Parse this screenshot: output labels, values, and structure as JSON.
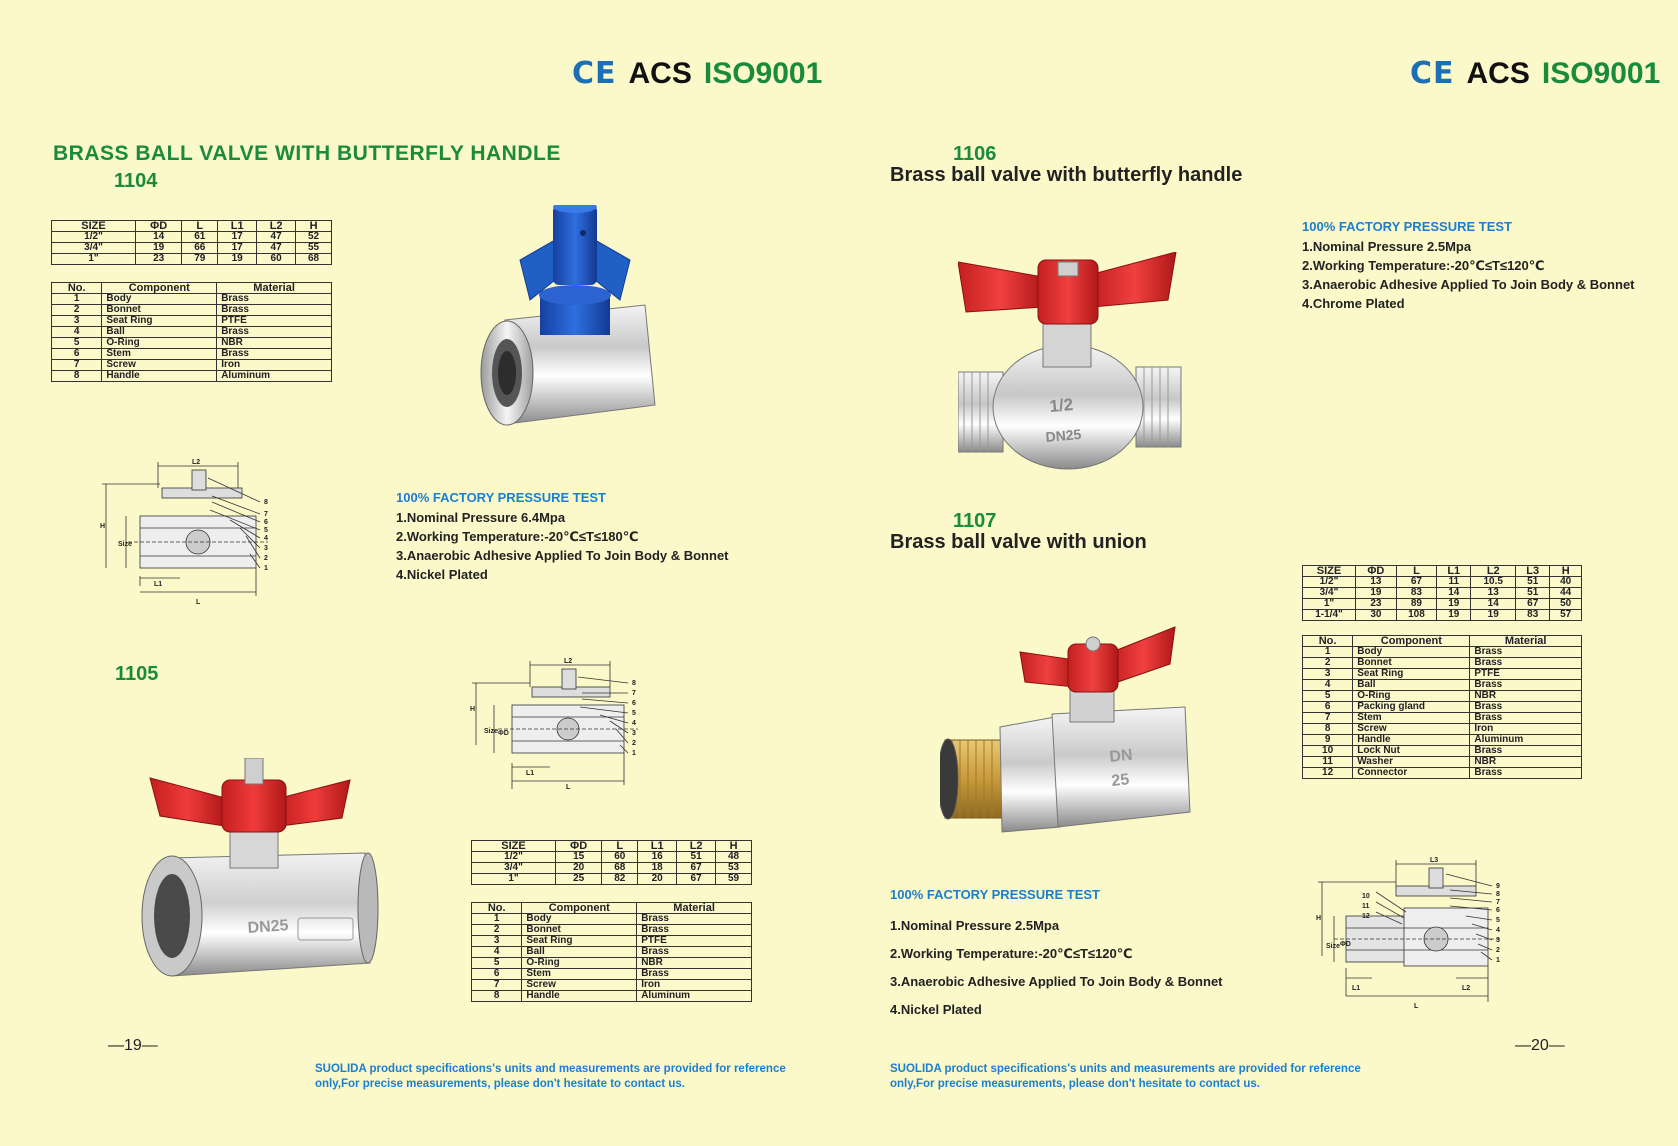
{
  "cert": {
    "ce": "CE",
    "acs": "ACS",
    "iso": "ISO9001"
  },
  "left": {
    "title": "BRASS BALL VALVE WITH BUTTERFLY HANDLE",
    "p1104": {
      "code": "1104",
      "size_table": {
        "headers": [
          "SIZE",
          "ΦD",
          "L",
          "L1",
          "L2",
          "H"
        ],
        "rows": [
          [
            "1/2\"",
            "14",
            "61",
            "17",
            "47",
            "52"
          ],
          [
            "3/4\"",
            "19",
            "66",
            "17",
            "47",
            "55"
          ],
          [
            "1\"",
            "23",
            "79",
            "19",
            "60",
            "68"
          ]
        ]
      },
      "comp_table": {
        "headers": [
          "No.",
          "Component",
          "Material"
        ],
        "rows": [
          [
            "1",
            "Body",
            "Brass"
          ],
          [
            "2",
            "Bonnet",
            "Brass"
          ],
          [
            "3",
            "Seat Ring",
            "PTFE"
          ],
          [
            "4",
            "Ball",
            "Brass"
          ],
          [
            "5",
            "O-Ring",
            "NBR"
          ],
          [
            "6",
            "Stem",
            "Brass"
          ],
          [
            "7",
            "Screw",
            "Iron"
          ],
          [
            "8",
            "Handle",
            "Aluminum"
          ]
        ]
      },
      "test_head": "100% FACTORY PRESSURE TEST",
      "specs": [
        "1.Nominal Pressure 6.4Mpa",
        "2.Working Temperature:-20℃≤T≤180℃",
        "3.Anaerobic Adhesive Applied To Join Body & Bonnet",
        "4.Nickel Plated"
      ]
    },
    "p1105": {
      "code": "1105",
      "size_table": {
        "headers": [
          "SIZE",
          "ΦD",
          "L",
          "L1",
          "L2",
          "H"
        ],
        "rows": [
          [
            "1/2\"",
            "15",
            "60",
            "16",
            "51",
            "48"
          ],
          [
            "3/4\"",
            "20",
            "68",
            "18",
            "67",
            "53"
          ],
          [
            "1\"",
            "25",
            "82",
            "20",
            "67",
            "59"
          ]
        ]
      },
      "comp_table": {
        "headers": [
          "No.",
          "Component",
          "Material"
        ],
        "rows": [
          [
            "1",
            "Body",
            "Brass"
          ],
          [
            "2",
            "Bonnet",
            "Brass"
          ],
          [
            "3",
            "Seat Ring",
            "PTFE"
          ],
          [
            "4",
            "Ball",
            "Brass"
          ],
          [
            "5",
            "O-Ring",
            "NBR"
          ],
          [
            "6",
            "Stem",
            "Brass"
          ],
          [
            "7",
            "Screw",
            "Iron"
          ],
          [
            "8",
            "Handle",
            "Aluminum"
          ]
        ]
      }
    },
    "page_no": "—19—",
    "footer": [
      "SUOLIDA product specifications's units and  measurements are provided for reference",
      "only,For precise measurements, please don't hesitate to contact us."
    ]
  },
  "right": {
    "p1106": {
      "code": "1106",
      "title": "Brass ball valve with butterfly handle",
      "test_head": "100% FACTORY PRESSURE TEST",
      "specs": [
        "1.Nominal Pressure 2.5Mpa",
        "2.Working Temperature:-20℃≤T≤120℃",
        "3.Anaerobic Adhesive Applied To Join Body & Bonnet",
        "4.Chrome Plated"
      ]
    },
    "p1107": {
      "code": "1107",
      "title": "Brass ball valve with union",
      "size_table": {
        "headers": [
          "SIZE",
          "ΦD",
          "L",
          "L1",
          "L2",
          "L3",
          "H"
        ],
        "rows": [
          [
            "1/2\"",
            "13",
            "67",
            "11",
            "10.5",
            "51",
            "40"
          ],
          [
            "3/4\"",
            "19",
            "83",
            "14",
            "13",
            "51",
            "44"
          ],
          [
            "1\"",
            "23",
            "89",
            "19",
            "14",
            "67",
            "50"
          ],
          [
            "1-1/4\"",
            "30",
            "108",
            "19",
            "19",
            "83",
            "57"
          ]
        ]
      },
      "comp_table": {
        "headers": [
          "No.",
          "Component",
          "Material"
        ],
        "rows": [
          [
            "1",
            "Body",
            "Brass"
          ],
          [
            "2",
            "Bonnet",
            "Brass"
          ],
          [
            "3",
            "Seat Ring",
            "PTFE"
          ],
          [
            "4",
            "Ball",
            "Brass"
          ],
          [
            "5",
            "O-Ring",
            "NBR"
          ],
          [
            "6",
            "Packing gland",
            "Brass"
          ],
          [
            "7",
            "Stem",
            "Brass"
          ],
          [
            "8",
            "Screw",
            "Iron"
          ],
          [
            "9",
            "Handle",
            "Aluminum"
          ],
          [
            "10",
            "Lock Nut",
            "Brass"
          ],
          [
            "11",
            "Washer",
            "NBR"
          ],
          [
            "12",
            "Connector",
            "Brass"
          ]
        ]
      },
      "test_head": "100% FACTORY PRESSURE TEST",
      "specs": [
        "1.Nominal Pressure 2.5Mpa",
        "2.Working Temperature:-20℃≤T≤120℃",
        "3.Anaerobic Adhesive Applied To Join Body & Bonnet",
        "4.Nickel Plated"
      ]
    },
    "page_no": "—20—",
    "footer": [
      "SUOLIDA product specifications's units and  measurements are provided for reference",
      "only,For precise measurements, please don't hesitate to contact us."
    ]
  },
  "photo_marks": {
    "dn25": "DN25",
    "half": "1/2",
    "dn": "DN",
    "n25": "25"
  },
  "diagram_labels": {
    "l": "L",
    "l1": "L1",
    "l2": "L2",
    "l3": "L3",
    "h": "H",
    "size": "Size",
    "od": "ΦD",
    "n1": "1",
    "n2": "2",
    "n3": "3",
    "n4": "4",
    "n5": "5",
    "n6": "6",
    "n7": "7",
    "n8": "8",
    "n9": "9",
    "n10": "10",
    "n11": "11",
    "n12": "12"
  },
  "colors": {
    "background": "#fbf8c9",
    "green": "#1a8a3c",
    "blue": "#1b7fd0",
    "handle_red": "#e02b2b",
    "handle_blue": "#1f5fc6"
  }
}
